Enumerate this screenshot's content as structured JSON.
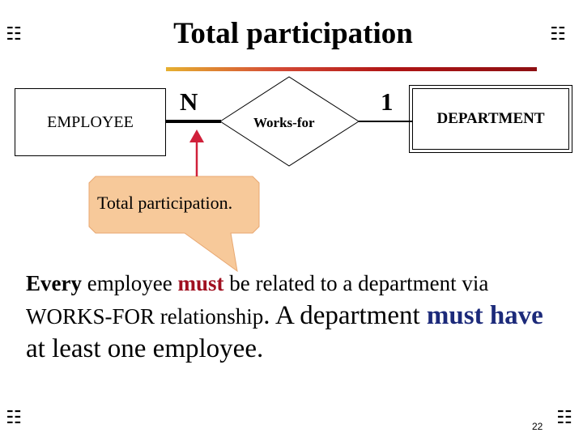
{
  "title": "Total participation",
  "corner_icon": "bullet-glyph-icon",
  "accent_colors": {
    "rule_start": "#e6b030",
    "rule_end": "#8d0f12",
    "arrow": "#d0203a",
    "callout_fill": "#f7c99a",
    "emphasis_red": "#a01020",
    "emphasis_navy": "#1c2a7a"
  },
  "diagram": {
    "entity_left": "EMPLOYEE",
    "entity_right": "DEPARTMENT",
    "relationship": "Works-for",
    "cardinality_left": "N",
    "cardinality_right": "1"
  },
  "callout": "Total participation.",
  "body": {
    "p1_every": "Every",
    "p1_a": " employee ",
    "p1_must": "must",
    "p1_b": " be related to a department via WORKS-FOR relationship",
    "p1_period": ". ",
    "p2_a": "A department ",
    "p2_must_have": "must have",
    "p2_b": " at least one employee."
  },
  "page_number": "22"
}
